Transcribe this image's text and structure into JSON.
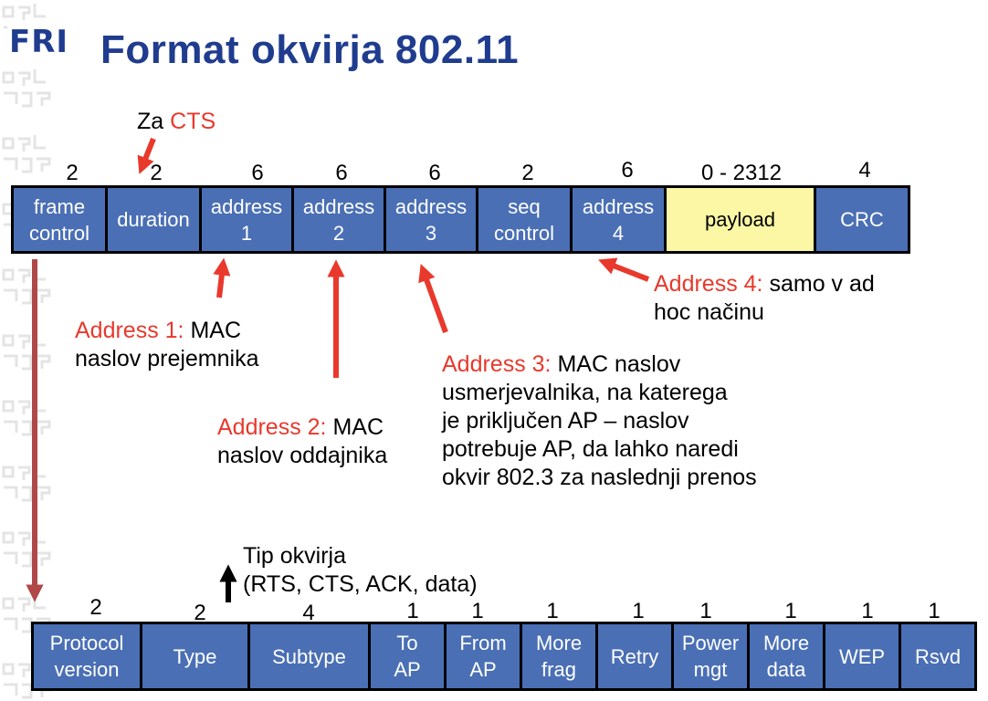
{
  "logo": "FRI",
  "title": "Format okvirja 802.11",
  "top_frame": {
    "sizes": [
      "2",
      "2",
      "6",
      "6",
      "6",
      "2",
      "6",
      "0 - 2312",
      "4"
    ],
    "fields": [
      {
        "line1": "frame",
        "line2": "control"
      },
      {
        "line1": "duration",
        "line2": ""
      },
      {
        "line1": "address",
        "line2": "1"
      },
      {
        "line1": "address",
        "line2": "2"
      },
      {
        "line1": "address",
        "line2": "3"
      },
      {
        "line1": "seq",
        "line2": "control"
      },
      {
        "line1": "address",
        "line2": "4"
      },
      {
        "line1": "payload",
        "line2": ""
      },
      {
        "line1": "CRC",
        "line2": ""
      }
    ]
  },
  "notes": {
    "cts": {
      "prefix": "Za",
      "highlight": "CTS"
    },
    "address1": {
      "label": "Address 1:",
      "text1": "MAC",
      "text2": "naslov prejemnika"
    },
    "address2": {
      "label": "Address 2:",
      "text1": "MAC",
      "text2": "naslov oddajnika"
    },
    "address3": {
      "label": "Address 3:",
      "text1": "MAC naslov",
      "text2": "usmerjevalnika, na katerega",
      "text3": "je priključen AP – naslov",
      "text4": "potrebuje AP, da lahko naredi",
      "text5": "okvir 802.3 za naslednji prenos"
    },
    "address4": {
      "label": "Address 4:",
      "text1": "samo v ad",
      "text2": "hoc načinu"
    },
    "tip": {
      "line1": "Tip okvirja",
      "line2": "(RTS, CTS, ACK, data)"
    }
  },
  "bottom_frame": {
    "sizes": [
      "2",
      "2",
      "4",
      "1",
      "1",
      "1",
      "1",
      "1",
      "1",
      "1",
      "1"
    ],
    "fields": [
      {
        "line1": "Protocol",
        "line2": "version"
      },
      {
        "line1": "Type",
        "line2": ""
      },
      {
        "line1": "Subtype",
        "line2": ""
      },
      {
        "line1": "To",
        "line2": "AP"
      },
      {
        "line1": "From",
        "line2": "AP"
      },
      {
        "line1": "More",
        "line2": "frag"
      },
      {
        "line1": "Retry",
        "line2": ""
      },
      {
        "line1": "Power",
        "line2": "mgt"
      },
      {
        "line1": "More",
        "line2": "data"
      },
      {
        "line1": "WEP",
        "line2": ""
      },
      {
        "line1": "Rsvd",
        "line2": ""
      }
    ]
  },
  "colors": {
    "title": "#1f3c8f",
    "field": "#4a6fb5",
    "payload": "#fbf7a4",
    "note_label": "#e8392c",
    "arrow_red": "#e8392c",
    "arrow_long": "#b04848"
  }
}
